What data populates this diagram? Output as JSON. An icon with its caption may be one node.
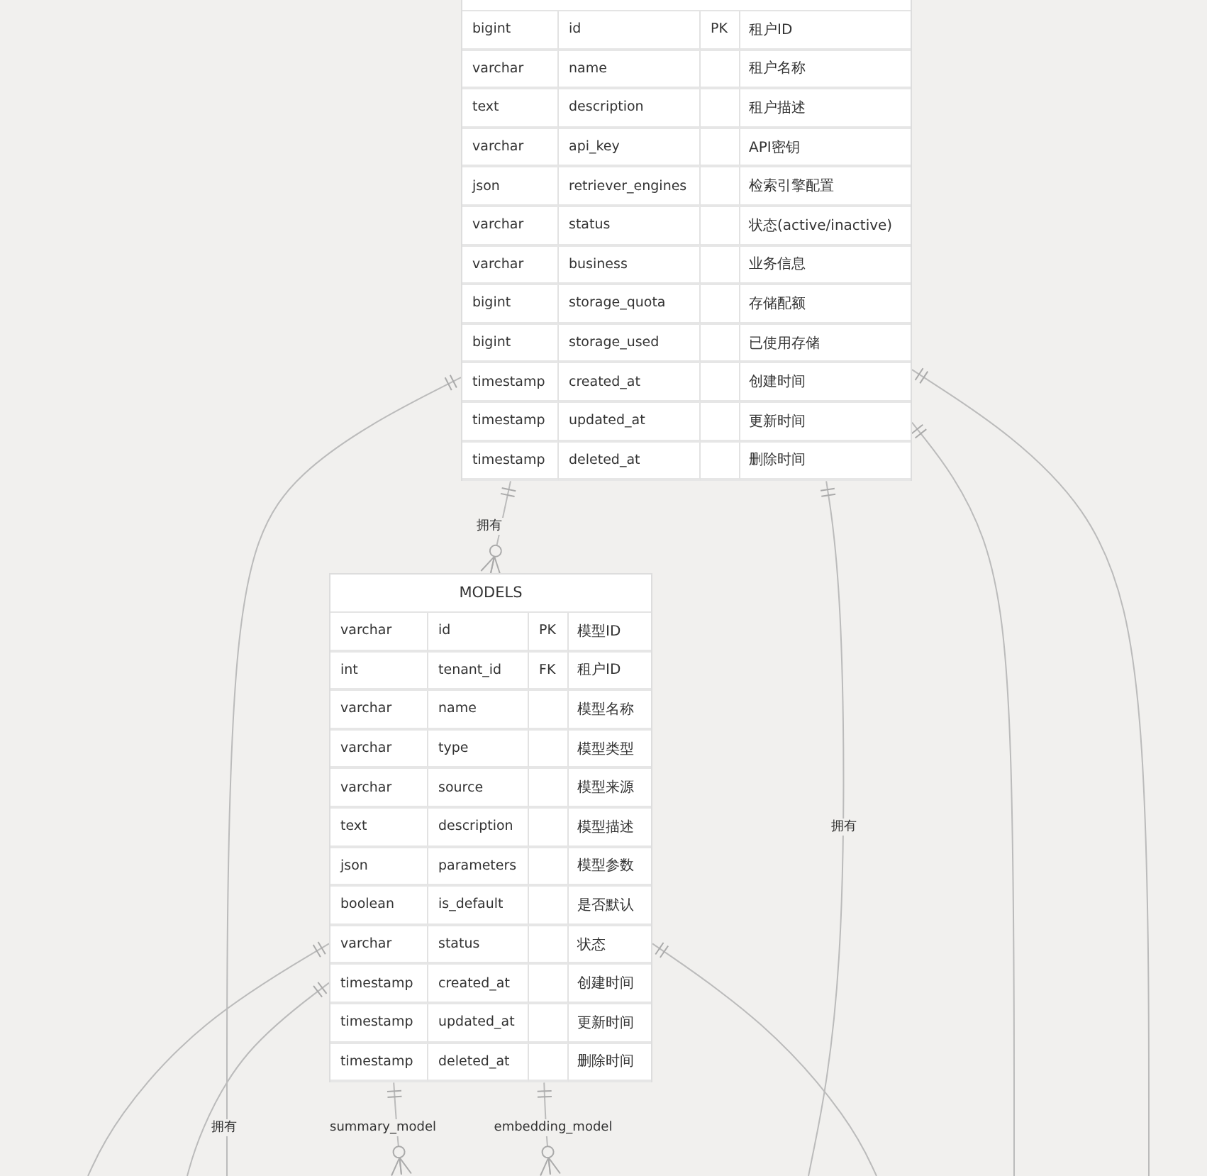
{
  "diagram": {
    "nodes": [
      {
        "text": [],
        "shape": "box"
      },
      {
        "text": [
          "bigint",
          "id",
          "PK",
          "租户ID"
        ],
        "in": 0
      },
      {
        "text": [
          "varchar",
          "name",
          "租户名称"
        ],
        "in": 0
      },
      {
        "text": [
          "text",
          "description",
          "租户描述"
        ],
        "in": 0
      },
      {
        "text": [
          "varchar",
          "api_key",
          "API密钥"
        ],
        "in": 0
      },
      {
        "text": [
          "json",
          "retriever_engines",
          "检索引擎配置"
        ],
        "in": 0
      },
      {
        "text": [
          "varchar",
          "status",
          "状态(active/inactive)"
        ],
        "in": 0
      },
      {
        "text": [
          "varchar",
          "business",
          "业务信息"
        ],
        "in": 0
      },
      {
        "text": [
          "bigint",
          "storage_quota",
          "存储配额"
        ],
        "in": 0
      },
      {
        "text": [
          "bigint",
          "storage_used",
          "已使用存储"
        ],
        "in": 0
      },
      {
        "text": [
          "timestamp",
          "created_at",
          "创建时间"
        ],
        "in": 0
      },
      {
        "text": [
          "timestamp",
          "updated_at",
          "更新时间"
        ],
        "in": 0
      },
      {
        "text": [
          "timestamp",
          "deleted_at",
          "删除时间"
        ],
        "in": 0
      },
      {
        "text": [
          "MODELS"
        ]
      },
      {
        "text": [
          "varchar",
          "id",
          "PK",
          "模型ID"
        ],
        "in": 13
      },
      {
        "text": [
          "int",
          "tenant_id",
          "FK",
          "租户ID"
        ],
        "in": 13
      },
      {
        "text": [
          "varchar",
          "name",
          "模型名称"
        ],
        "in": 13
      },
      {
        "text": [
          "varchar",
          "type",
          "模型类型"
        ],
        "in": 13
      },
      {
        "text": [
          "varchar",
          "source",
          "模型来源"
        ],
        "in": 13
      },
      {
        "text": [
          "text",
          "description",
          "模型描述"
        ],
        "in": 13
      },
      {
        "text": [
          "json",
          "parameters",
          "模型参数"
        ],
        "in": 13
      },
      {
        "text": [
          "boolean",
          "is_default",
          "是否默认"
        ],
        "in": 13
      },
      {
        "text": [
          "varchar",
          "status",
          "状态"
        ],
        "in": 13
      },
      {
        "text": [
          "timestamp",
          "created_at",
          "创建时间"
        ],
        "in": 13
      },
      {
        "text": [
          "timestamp",
          "updated_at",
          "更新时间"
        ],
        "in": 13
      },
      {
        "text": [
          "timestamp",
          "deleted_at",
          "删除时间"
        ],
        "in": 13
      }
    ],
    "edges": [
      {
        "from": 12,
        "to": 13,
        "label": "拥有",
        "arrow": "other"
      },
      {
        "from": 10,
        "to": null,
        "label": "拥有",
        "arrow": "other"
      },
      {
        "from": 12,
        "to": null,
        "label": "拥有",
        "arrow": "other"
      },
      {
        "from": 11,
        "to": null,
        "arrow": "other"
      },
      {
        "from": 10,
        "to": null,
        "arrow": "other"
      },
      {
        "from": 22,
        "to": null,
        "arrow": "other"
      },
      {
        "from": 23,
        "to": null,
        "arrow": "other"
      },
      {
        "from": 25,
        "to": null,
        "label": "summary_model",
        "arrow": "other"
      },
      {
        "from": 25,
        "to": null,
        "label": "embedding_model",
        "arrow": "other"
      },
      {
        "from": 22,
        "to": null,
        "arrow": "other"
      }
    ]
  }
}
